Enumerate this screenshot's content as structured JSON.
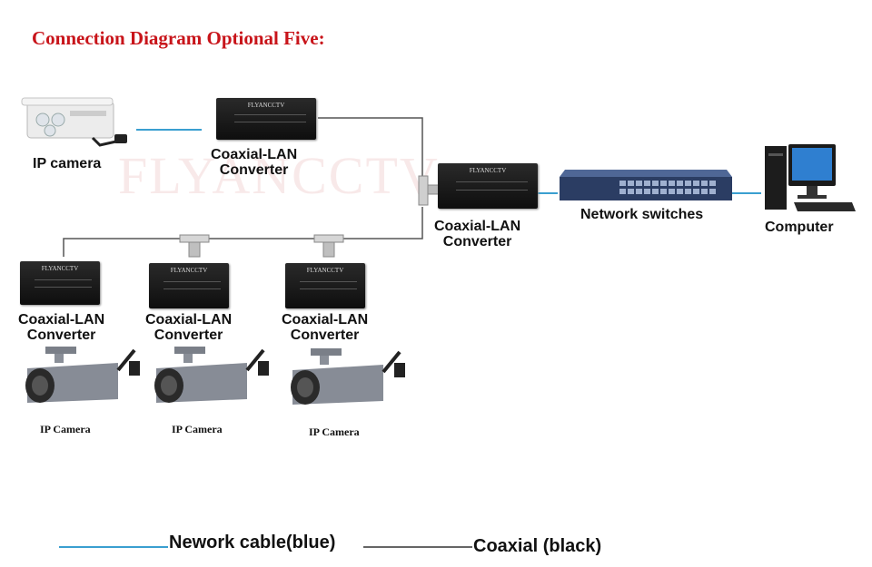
{
  "title": "Connection Diagram Optional Five:",
  "watermark": "FLYANCCTV",
  "converter_brand": "FLYANCCTV",
  "labels": {
    "ip_camera_top": "IP camera",
    "converter_line1": "Coaxial-LAN",
    "converter_line2": "Converter",
    "network_switches": "Network switches",
    "computer": "Computer",
    "ip_camera_bottom": "IP Camera"
  },
  "legend": {
    "network_cable": "Nework cable(blue)",
    "coaxial": "Coaxial (black)"
  },
  "colors": {
    "title": "#c8141a",
    "network_cable": "#3a9fd0",
    "coaxial": "#333333"
  }
}
